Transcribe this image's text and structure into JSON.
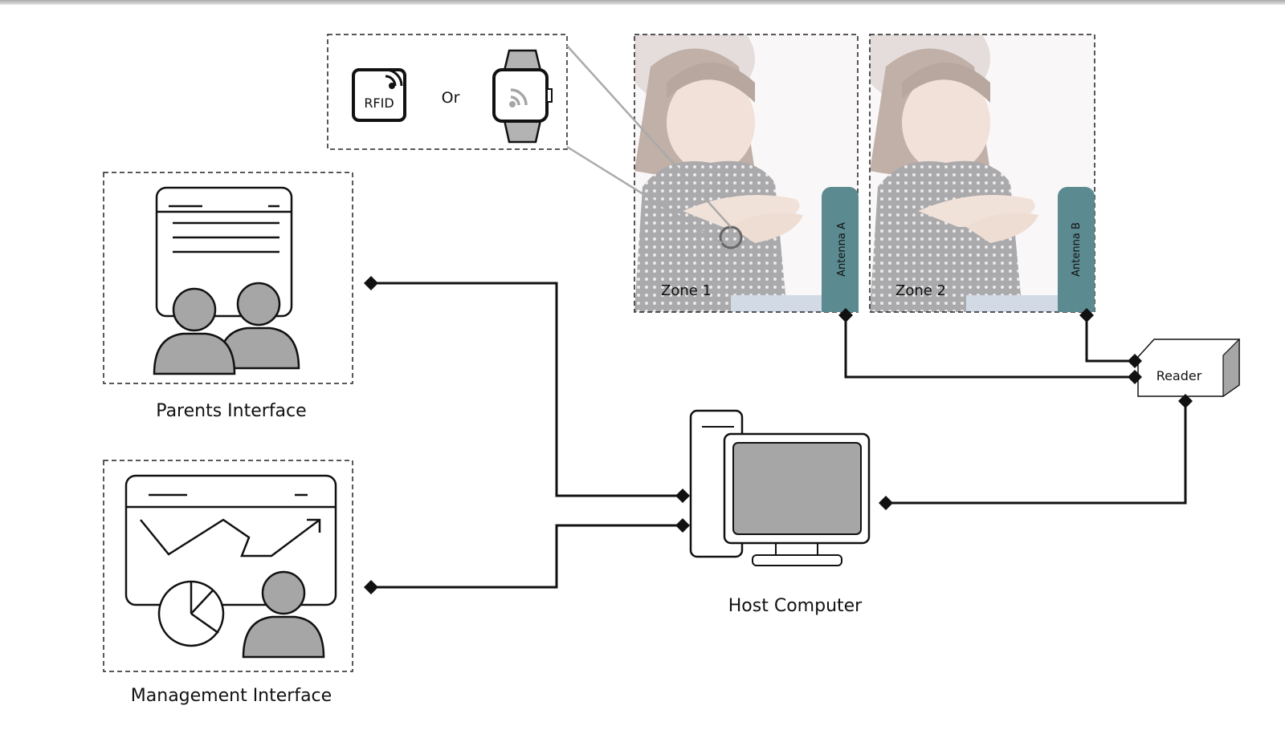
{
  "tags": {
    "rfid": "RFID",
    "or": "Or"
  },
  "zones": [
    {
      "label": "Zone 1",
      "antenna": "Antenna A"
    },
    {
      "label": "Zone 2",
      "antenna": "Antenna B"
    }
  ],
  "reader": {
    "label": "Reader"
  },
  "host": {
    "label": "Host Computer"
  },
  "interfaces": {
    "parents": {
      "label": "Parents Interface"
    },
    "management": {
      "label": "Management Interface"
    }
  },
  "colors": {
    "antenna": "#5b8a91",
    "gray_fill": "#a6a6a6",
    "stroke": "#111111"
  }
}
